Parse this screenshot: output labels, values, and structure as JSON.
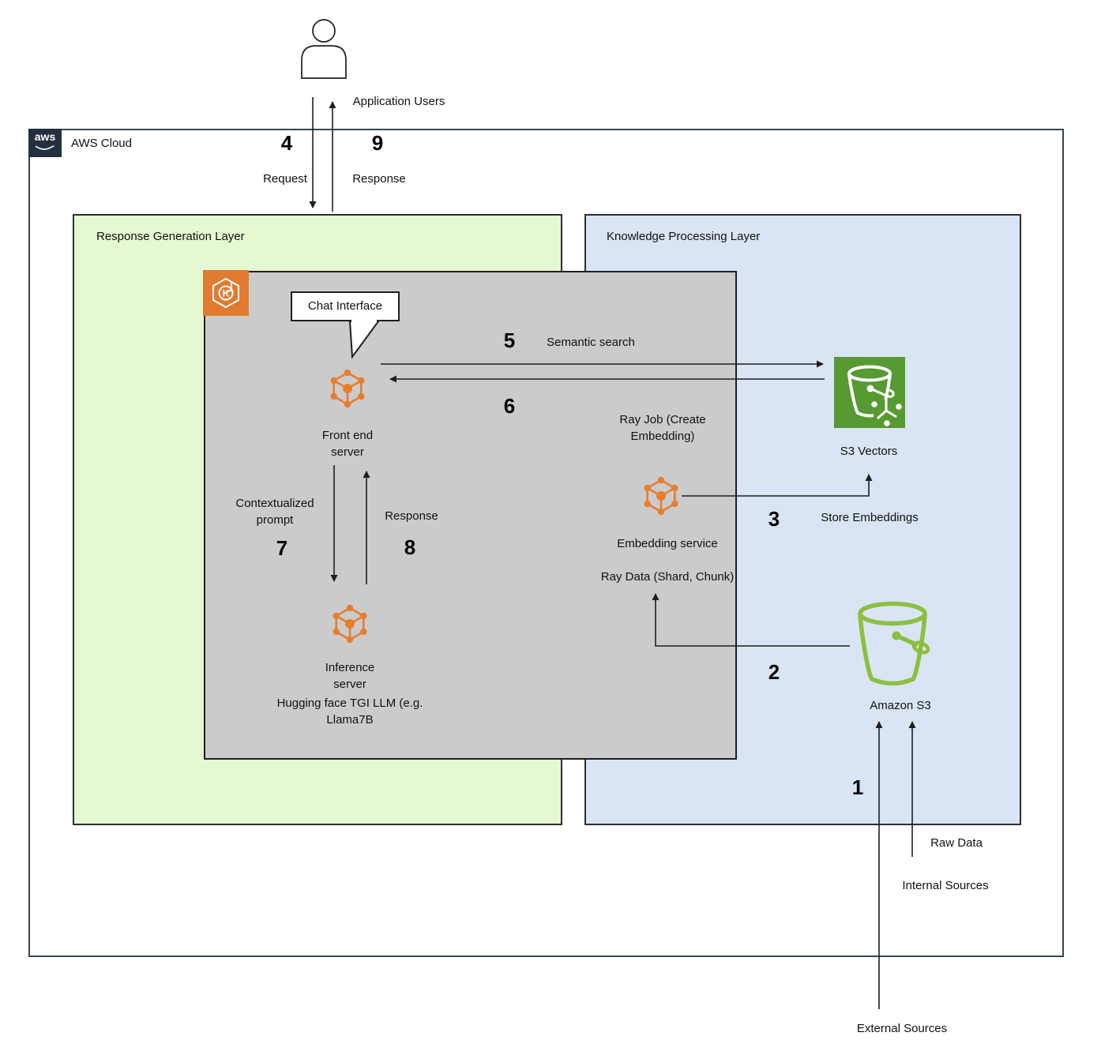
{
  "header": {
    "aws_logo": "aws",
    "aws_cloud_label": "AWS Cloud"
  },
  "actors": {
    "application_users": "Application Users"
  },
  "layers": {
    "response_generation": "Response Generation Layer",
    "knowledge_processing": "Knowledge Processing Layer"
  },
  "nodes": {
    "chat_interface": "Chat Interface",
    "front_end_server": "Front end\nserver",
    "inference_server": "Inference\nserver",
    "inference_server_model": "Hugging face TGI LLM (e.g.\nLlama7B",
    "embedding_service": "Embedding service",
    "ray_job": "Ray Job (Create\nEmbedding)",
    "ray_data": "Ray Data (Shard, Chunk)",
    "s3_vectors": "S3 Vectors",
    "amazon_s3": "Amazon S3",
    "eks_letter": "K"
  },
  "flows": [
    {
      "step": "1",
      "label": ""
    },
    {
      "step": "2",
      "label": ""
    },
    {
      "step": "3",
      "label": "Store Embeddings"
    },
    {
      "step": "4",
      "label": "Request"
    },
    {
      "step": "5",
      "label": "Semantic search"
    },
    {
      "step": "6",
      "label": ""
    },
    {
      "step": "7",
      "label": "Contextualized\nprompt"
    },
    {
      "step": "8",
      "label": "Response"
    },
    {
      "step": "9",
      "label": "Response"
    }
  ],
  "sources": {
    "raw_data": "Raw Data",
    "internal_sources": "Internal Sources",
    "external_sources": "External Sources"
  },
  "colors": {
    "aws_border": "#37474F",
    "aws_tab_bg": "#232F3E",
    "response_layer_bg": "#E6F8D2",
    "knowledge_layer_bg": "#D9E5F4",
    "cluster_bg": "#CBCBCB",
    "eks_orange": "#E07B2F",
    "pod_orange": "#E87D30",
    "s3_vectors_green": "#569A31",
    "amazon_s3_green": "#8CBF3F"
  }
}
